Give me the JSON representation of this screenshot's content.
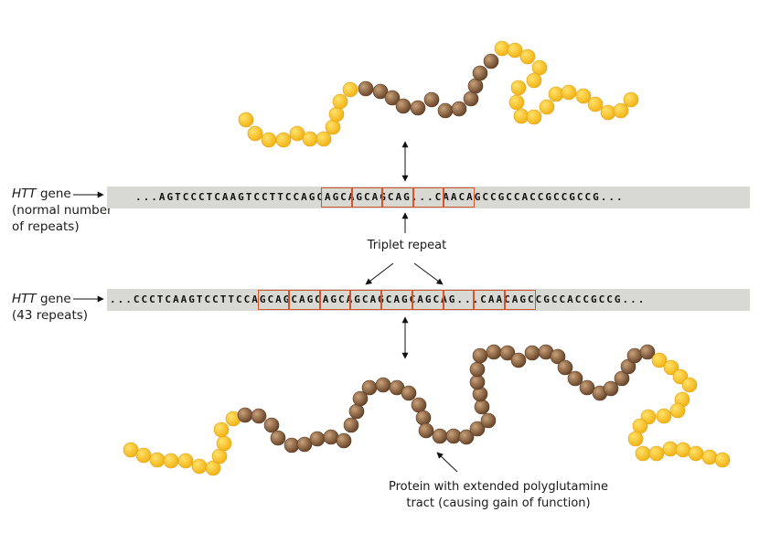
{
  "gene1": {
    "label_italic": "HTT",
    "label_rest": " gene",
    "label_line2": "(normal number",
    "label_line3": "of repeats)",
    "sequence": "...AGTCCCTCAAGTCCTTCCAGCAGCAGCAGCAG...CAACAGCCGCCACCGCCGCCG...",
    "repeat_count": 5
  },
  "gene2": {
    "label_italic": "HTT",
    "label_rest": " gene",
    "label_line2": "(43 repeats)",
    "sequence": "...CCCTCAAGTCCTTCCAGCAGCAGCAGCAGCAGCAGCAGCAG...CAACAGCCGCCACCGCCG...",
    "repeat_count": 9
  },
  "triplet_label": "Triplet repeat",
  "protein_caption_line1": "Protein with extended polyglutamine",
  "protein_caption_line2": "tract (causing gain of function)",
  "colors": {
    "normal_residue": "#f2b418",
    "normal_residue_highlight": "#ffe26a",
    "glutamine_residue": "#7a5535",
    "glutamine_residue_highlight": "#c9a27a",
    "repeat_box": "#d2552c",
    "bar": "#d9d9d4"
  }
}
